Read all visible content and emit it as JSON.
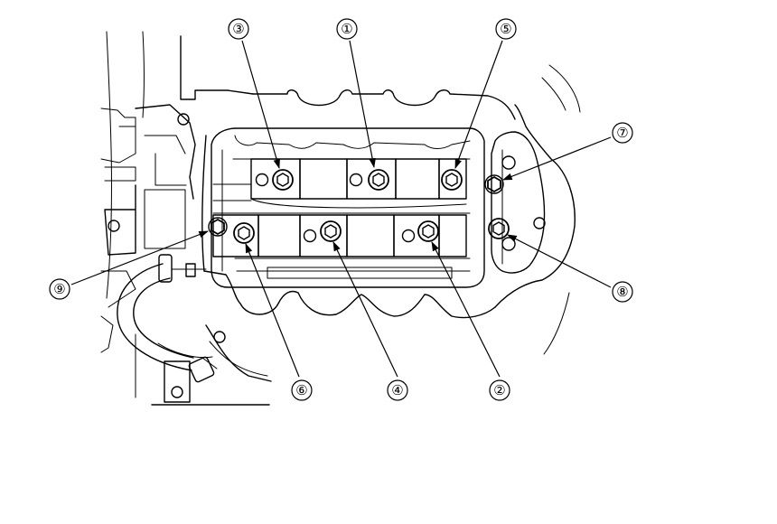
{
  "figure": {
    "callouts": [
      {
        "id": "callout-1",
        "label": "①"
      },
      {
        "id": "callout-2",
        "label": "②"
      },
      {
        "id": "callout-3",
        "label": "③"
      },
      {
        "id": "callout-4",
        "label": "④"
      },
      {
        "id": "callout-5",
        "label": "⑤"
      },
      {
        "id": "callout-6",
        "label": "⑥"
      },
      {
        "id": "callout-7",
        "label": "⑦"
      },
      {
        "id": "callout-8",
        "label": "⑧"
      },
      {
        "id": "callout-9",
        "label": "⑨"
      }
    ]
  }
}
